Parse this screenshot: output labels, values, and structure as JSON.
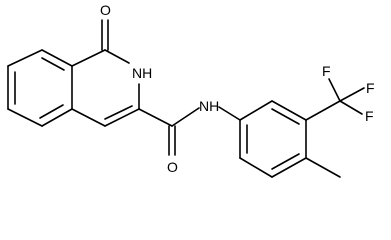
{
  "atoms": {
    "carbonyl_oxygen_top": "O",
    "ring_nh": "NH",
    "amide_nh": "NH",
    "amide_oxygen": "O",
    "fluorine_1": "F",
    "fluorine_2": "F",
    "fluorine_3": "F"
  },
  "colors": {
    "bond": "#000000",
    "background": "#ffffff"
  }
}
